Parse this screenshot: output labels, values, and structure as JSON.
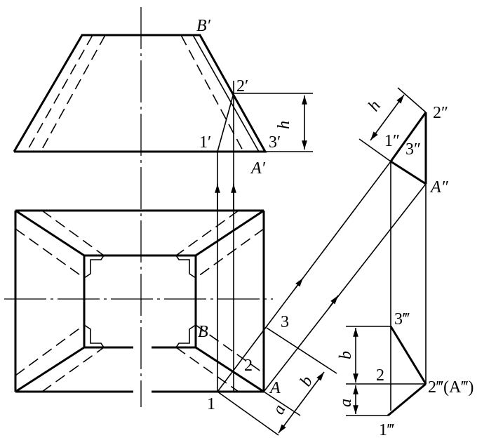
{
  "figure": {
    "labels": {
      "B_prime": "B′",
      "two_prime": "2′",
      "one_prime": "1′",
      "three_prime": "3′",
      "A_prime": "A′",
      "h_front": "h",
      "h_side": "h",
      "two_dprime": "2″",
      "one_dprime": "1″",
      "three_dprime": "3″",
      "A_dprime": "A″",
      "B": "B",
      "one": "1",
      "two": "2",
      "three": "3",
      "A": "A",
      "a_aux": "a",
      "b_aux": "b",
      "three_tprime": "3‴",
      "two_right": "2",
      "two_tprime": "2‴(A‴)",
      "one_tprime": "1‴",
      "b_right": "b",
      "a_right": "a"
    }
  }
}
